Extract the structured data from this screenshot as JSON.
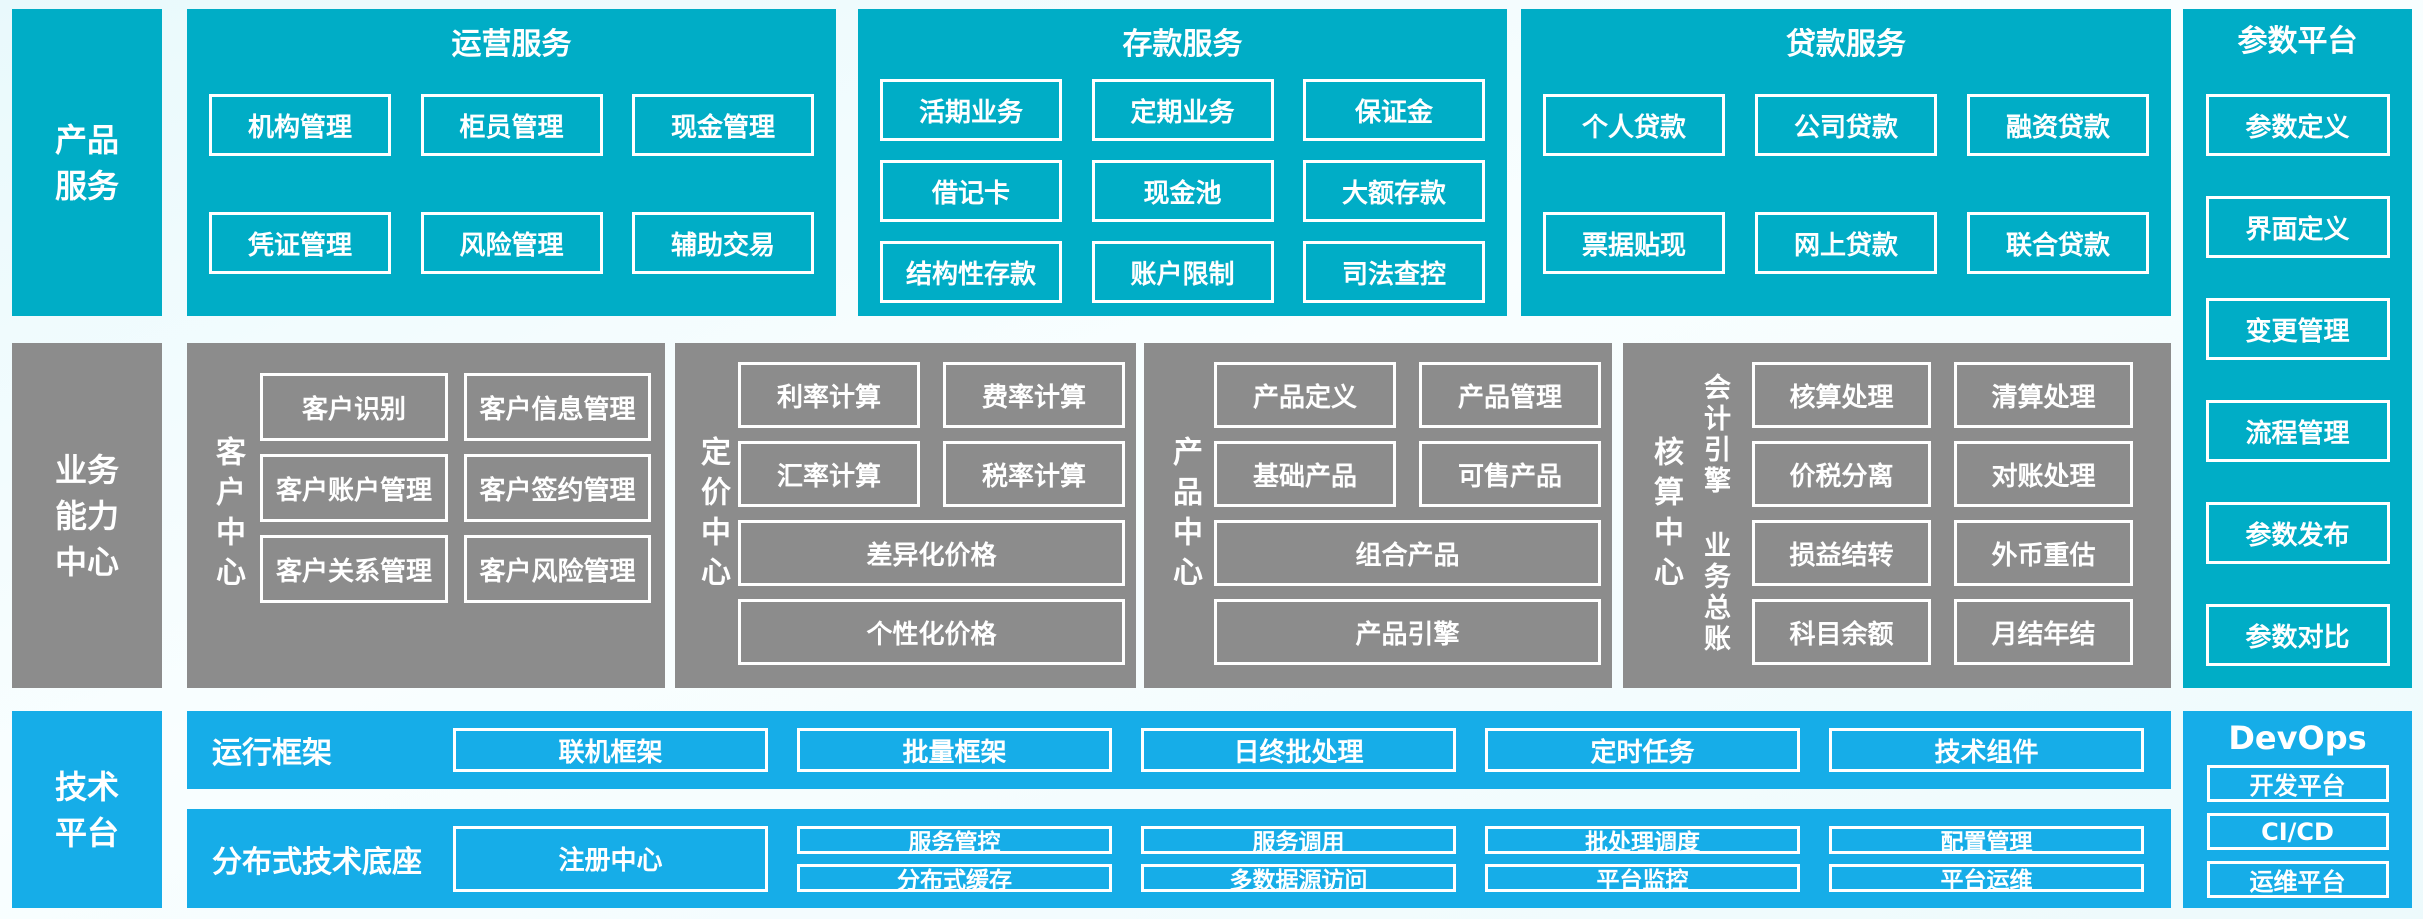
{
  "colors": {
    "teal": "#00ADC6",
    "gray": "#8C8C8C",
    "blue": "#16ADE8",
    "text": "#FFFFFF"
  },
  "product_services_sidebar": {
    "lines": [
      "产品",
      "服务"
    ]
  },
  "business_capability_sidebar": {
    "lines": [
      "业务",
      "能力",
      "中心"
    ]
  },
  "tech_platform_sidebar": {
    "lines": [
      "技术",
      "平台"
    ]
  },
  "operations": {
    "title": "运营服务",
    "items": [
      "机构管理",
      "柜员管理",
      "现金管理",
      "凭证管理",
      "风险管理",
      "辅助交易"
    ]
  },
  "deposits": {
    "title": "存款服务",
    "items": [
      "活期业务",
      "定期业务",
      "保证金",
      "借记卡",
      "现金池",
      "大额存款",
      "结构性存款",
      "账户限制",
      "司法查控"
    ]
  },
  "loans": {
    "title": "贷款服务",
    "items": [
      "个人贷款",
      "公司贷款",
      "融资贷款",
      "票据贴现",
      "网上贷款",
      "联合贷款"
    ]
  },
  "parameter_platform": {
    "title": "参数平台",
    "items": [
      "参数定义",
      "界面定义",
      "变更管理",
      "流程管理",
      "参数发布",
      "参数对比"
    ]
  },
  "customer_center": {
    "label": "客户中心",
    "items": [
      "客户识别",
      "客户信息管理",
      "客户账户管理",
      "客户签约管理",
      "客户关系管理",
      "客户风险管理"
    ]
  },
  "pricing_center": {
    "label": "定价中心",
    "items": [
      "利率计算",
      "费率计算",
      "汇率计算",
      "税率计算"
    ],
    "wide_items": [
      "差异化价格",
      "个性化价格"
    ]
  },
  "product_center": {
    "label": "产品中心",
    "items": [
      "产品定义",
      "产品管理",
      "基础产品",
      "可售产品"
    ],
    "wide_items": [
      "组合产品",
      "产品引擎"
    ]
  },
  "accounting_center": {
    "label": "核算中心",
    "groups": [
      {
        "label": "会计引擎",
        "items": [
          "核算处理",
          "清算处理",
          "价税分离",
          "对账处理"
        ]
      },
      {
        "label": "业务总账",
        "items": [
          "损益结转",
          "外币重估",
          "科目余额",
          "月结年结"
        ]
      }
    ]
  },
  "runtime_framework": {
    "label": "运行框架",
    "items": [
      "联机框架",
      "批量框架",
      "日终批处理",
      "定时任务",
      "技术组件"
    ]
  },
  "distributed_base": {
    "label": "分布式技术底座",
    "registry": "注册中心",
    "grid": [
      [
        "服务管控",
        "分布式缓存"
      ],
      [
        "服务调用",
        "多数据源访问"
      ],
      [
        "批处理调度",
        "平台监控"
      ],
      [
        "配置管理",
        "平台运维"
      ]
    ]
  },
  "devops": {
    "title": "DevOps",
    "items": [
      "开发平台",
      "CI/CD",
      "运维平台"
    ]
  }
}
